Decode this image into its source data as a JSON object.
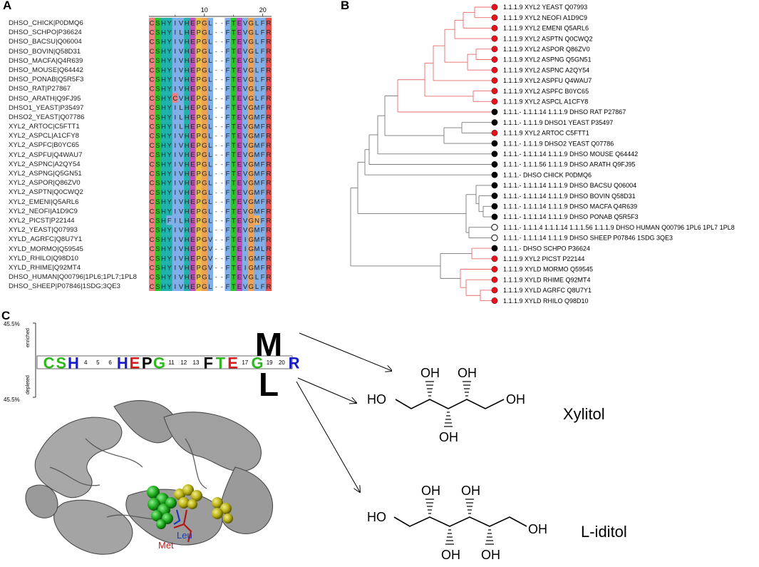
{
  "panels": {
    "a": "A",
    "b": "B",
    "c": "C"
  },
  "alignment": {
    "ruler_ticks": [
      "10",
      "20"
    ],
    "sequences": [
      {
        "name": "DHSO_CHICK|P0DMQ6",
        "seq": "CSHYIVHEPGL--FTEVGLFR"
      },
      {
        "name": "DHSO_SCHPO|P36624",
        "seq": "CSHYILHEPGL--FTEVGLFR"
      },
      {
        "name": "DHSO_BACSU|Q06004",
        "seq": "CSHYIVHEPGL--FTEVGLFR"
      },
      {
        "name": "DHSO_BOVIN|Q58D31",
        "seq": "CSHYIVHEPGL--FTEVGLFR"
      },
      {
        "name": "DHSO_MACFA|Q4R639",
        "seq": "CSHYIVHEPGL--FTEVGLFR"
      },
      {
        "name": "DHSO_MOUSE|Q64442",
        "seq": "CSHYIVHEPGL--FTEVGLFR"
      },
      {
        "name": "DHSO_PONAB|Q5R5F3",
        "seq": "CSHYIVHEPGL--FTEVGLFR"
      },
      {
        "name": "DHSO_RAT|P27867",
        "seq": "CSHYIVHEPGL--FTEVGLFR"
      },
      {
        "name": "DHSO_ARATH|Q9FJ95",
        "seq": "CSHYCVHEPGL--FTEVGLFR"
      },
      {
        "name": "DHSO1_YEAST|P35497",
        "seq": "CSHYILHEPGL--FTEVGMFR"
      },
      {
        "name": "DHSO2_YEAST|Q07786",
        "seq": "CSHYILHEPGL--FTEVGMFR"
      },
      {
        "name": "XYL2_ARTOC|C5FTT1",
        "seq": "CSHYILHEPGL--FTEVGMFR"
      },
      {
        "name": "XYL2_ASPCL|A1CFY8",
        "seq": "CSHYIVHEPGL--FTEVGMFR"
      },
      {
        "name": "XYL2_ASPFC|B0YC65",
        "seq": "CSHYIVHEPGL--FTEVGMFR"
      },
      {
        "name": "XYL2_ASPFU|Q4WAU7",
        "seq": "CSHYIVHEPGL--FTEVGMFR"
      },
      {
        "name": "XYL2_ASPNC|A2QY54",
        "seq": "CSHYIVHEPGL--FTEVGMFR"
      },
      {
        "name": "XYL2_ASPNG|Q5GN51",
        "seq": "CSHYIVHEPGL--FTEVGMFR"
      },
      {
        "name": "XYL2_ASPOR|Q86ZV0",
        "seq": "CSHYIVHEPGL--FTEVGMFR"
      },
      {
        "name": "XYL2_ASPTN|Q0CWQ2",
        "seq": "CSHYIVHEPGL--FTEVGMFR"
      },
      {
        "name": "XYL2_EMENI|Q5ARL6",
        "seq": "CSHYIVHEPGL--FTEVGMFR"
      },
      {
        "name": "XYL2_NEOFI|A1D9C9",
        "seq": "CSHYIVHEPGL--FTEVGMFR"
      },
      {
        "name": "XYL2_PICST|P22144",
        "seq": "CSHFILHEPGL--FTEVGNFR"
      },
      {
        "name": "XYL2_YEAST|Q07993",
        "seq": "CSHYIVHEPGL--FTEVGMFR"
      },
      {
        "name": "XYLD_AGRFC|Q8U7Y1",
        "seq": "CSHYIVHEPGV--FTEIGMFR"
      },
      {
        "name": "XYLD_MORMO|Q59545",
        "seq": "CSHYIVHEPGV--FTEIGMLR"
      },
      {
        "name": "XYLD_RHILO|Q98D10",
        "seq": "CSHYIVHEPGV--FTEIGMFR"
      },
      {
        "name": "XYLD_RHIME|Q92MT4",
        "seq": "CSHYIVHEPGV--FTEIGMFR"
      },
      {
        "name": "DHSO_HUMAN|Q00796|1PL6;1PL7;1PL8",
        "seq": "CSHYIVHEPGL--FTEVGLFR"
      },
      {
        "name": "DHSO_SHEEP|P07846|1SDG;3QE3",
        "seq": "CSHYIVHEPGL--FTEVGLFR"
      }
    ]
  },
  "tree": {
    "leaves": [
      {
        "label": "1.1.1.9 XYL2 YEAST Q07993",
        "marker": "red"
      },
      {
        "label": "1.1.1.9 XYL2 NEOFI A1D9C9",
        "marker": "red"
      },
      {
        "label": "1.1.1.9 XYL2 EMENI Q5ARL6",
        "marker": "red"
      },
      {
        "label": "1.1.1.9 XYL2 ASPTN Q0CWQ2",
        "marker": "red"
      },
      {
        "label": "1.1.1.9 XYL2 ASPOR Q86ZV0",
        "marker": "red"
      },
      {
        "label": "1.1.1.9 XYL2 ASPNG Q5GN51",
        "marker": "red"
      },
      {
        "label": "1.1.1.9 XYL2 ASPNC A2QY54",
        "marker": "red"
      },
      {
        "label": "1.1.1.9 XYL2 ASPFU Q4WAU7",
        "marker": "red"
      },
      {
        "label": "1.1.1.9 XYL2 ASPFC B0YC65",
        "marker": "red"
      },
      {
        "label": "1.1.1.9 XYL2 ASPCL A1CFY8",
        "marker": "red"
      },
      {
        "label": "1.1.1.- 1.1.1.14 1.1.1.9 DHSO RAT P27867",
        "marker": "black"
      },
      {
        "label": "1.1.1.- 1.1.1.9 DHSO1 YEAST P35497",
        "marker": "black"
      },
      {
        "label": "1.1.1.9 XYL2 ARTOC C5FTT1",
        "marker": "red"
      },
      {
        "label": "1.1.1.- 1.1.1.9 DHSO2 YEAST Q07786",
        "marker": "black"
      },
      {
        "label": "1.1.1.- 1.1.1.14 1.1.1.9 DHSO MOUSE Q64442",
        "marker": "black"
      },
      {
        "label": "1.1.1.- 1.1.1.56 1.1.1.9 DHSO ARATH Q9FJ95",
        "marker": "black"
      },
      {
        "label": "1.1.1.- DHSO CHICK P0DMQ6",
        "marker": "black"
      },
      {
        "label": "1.1.1.- 1.1.1.14 1.1.1.9 DHSO BACSU Q06004",
        "marker": "black"
      },
      {
        "label": "1.1.1.- 1.1.1.14 1.1.1.9 DHSO BOVIN Q58D31",
        "marker": "black"
      },
      {
        "label": "1.1.1.- 1.1.1.14 1.1.1.9 DHSO MACFA Q4R639",
        "marker": "black"
      },
      {
        "label": "1.1.1.- 1.1.1.14 1.1.1.9 DHSO PONAB Q5R5F3",
        "marker": "black"
      },
      {
        "label": "1.1.1.- 1.1.1.4 1.1.1.14 1.1.1.56 1.1.1.9 DHSO HUMAN Q00796 1PL6 1PL7 1PL8",
        "marker": "open"
      },
      {
        "label": "1.1.1.- 1.1.1.14 1.1.1.9 DHSO SHEEP P07846 1SDG 3QE3",
        "marker": "open"
      },
      {
        "label": "1.1.1.- DHSO SCHPO P36624",
        "marker": "black"
      },
      {
        "label": "1.1.1.9 XYL2 PICST P22144",
        "marker": "red"
      },
      {
        "label": "1.1.1.9 XYLD MORMO Q59545",
        "marker": "red"
      },
      {
        "label": "1.1.1.9 XYLD RHIME Q92MT4",
        "marker": "red"
      },
      {
        "label": "1.1.1.9 XYLD AGRFC Q8U7Y1",
        "marker": "red"
      },
      {
        "label": "1.1.1.9 XYLD RHILO Q98D10",
        "marker": "red"
      }
    ]
  },
  "logo": {
    "top_percent": "45.5%",
    "bottom_percent": "45.5%",
    "enriched_label": "enriched",
    "depleted_label": "depleted",
    "positions": [
      {
        "letter": "C",
        "color": "#2db81c"
      },
      {
        "letter": "S",
        "color": "#2db81c"
      },
      {
        "letter": "H",
        "color": "#1a1ac8"
      },
      {
        "letter": "4",
        "color": "#000000",
        "small": true
      },
      {
        "letter": "5",
        "color": "#000000",
        "small": true
      },
      {
        "letter": "6",
        "color": "#000000",
        "small": true
      },
      {
        "letter": "H",
        "color": "#1a1ac8"
      },
      {
        "letter": "E",
        "color": "#d41c1c"
      },
      {
        "letter": "P",
        "color": "#000000"
      },
      {
        "letter": "G",
        "color": "#2db81c"
      },
      {
        "letter": "11",
        "color": "#000000",
        "small": true
      },
      {
        "letter": "12",
        "color": "#000000",
        "small": true
      },
      {
        "letter": "13",
        "color": "#000000",
        "small": true
      },
      {
        "letter": "F",
        "color": "#000000"
      },
      {
        "letter": "T",
        "color": "#2db81c"
      },
      {
        "letter": "E",
        "color": "#d41c1c"
      },
      {
        "letter": "17",
        "color": "#000000",
        "small": true
      },
      {
        "letter": "G",
        "color": "#2db81c"
      },
      {
        "letter": "19",
        "color": "#000000",
        "small": true
      },
      {
        "letter": "20",
        "color": "#000000",
        "small": true
      },
      {
        "letter": "R",
        "color": "#1a1ac8"
      }
    ],
    "enriched_residue": "M",
    "depleted_residue": "L"
  },
  "structure": {
    "met_label": "Met",
    "leu_label": "Leu"
  },
  "molecules": {
    "xylitol": {
      "name": "Xylitol",
      "oh": "OH",
      "ho": "HO"
    },
    "iditol": {
      "name": "L-iditol",
      "oh": "OH",
      "ho": "HO"
    }
  },
  "colors": {
    "red_marker": "#e8101c",
    "tree_red": "#e86a6a",
    "tree_black": "#7a7a7a"
  }
}
